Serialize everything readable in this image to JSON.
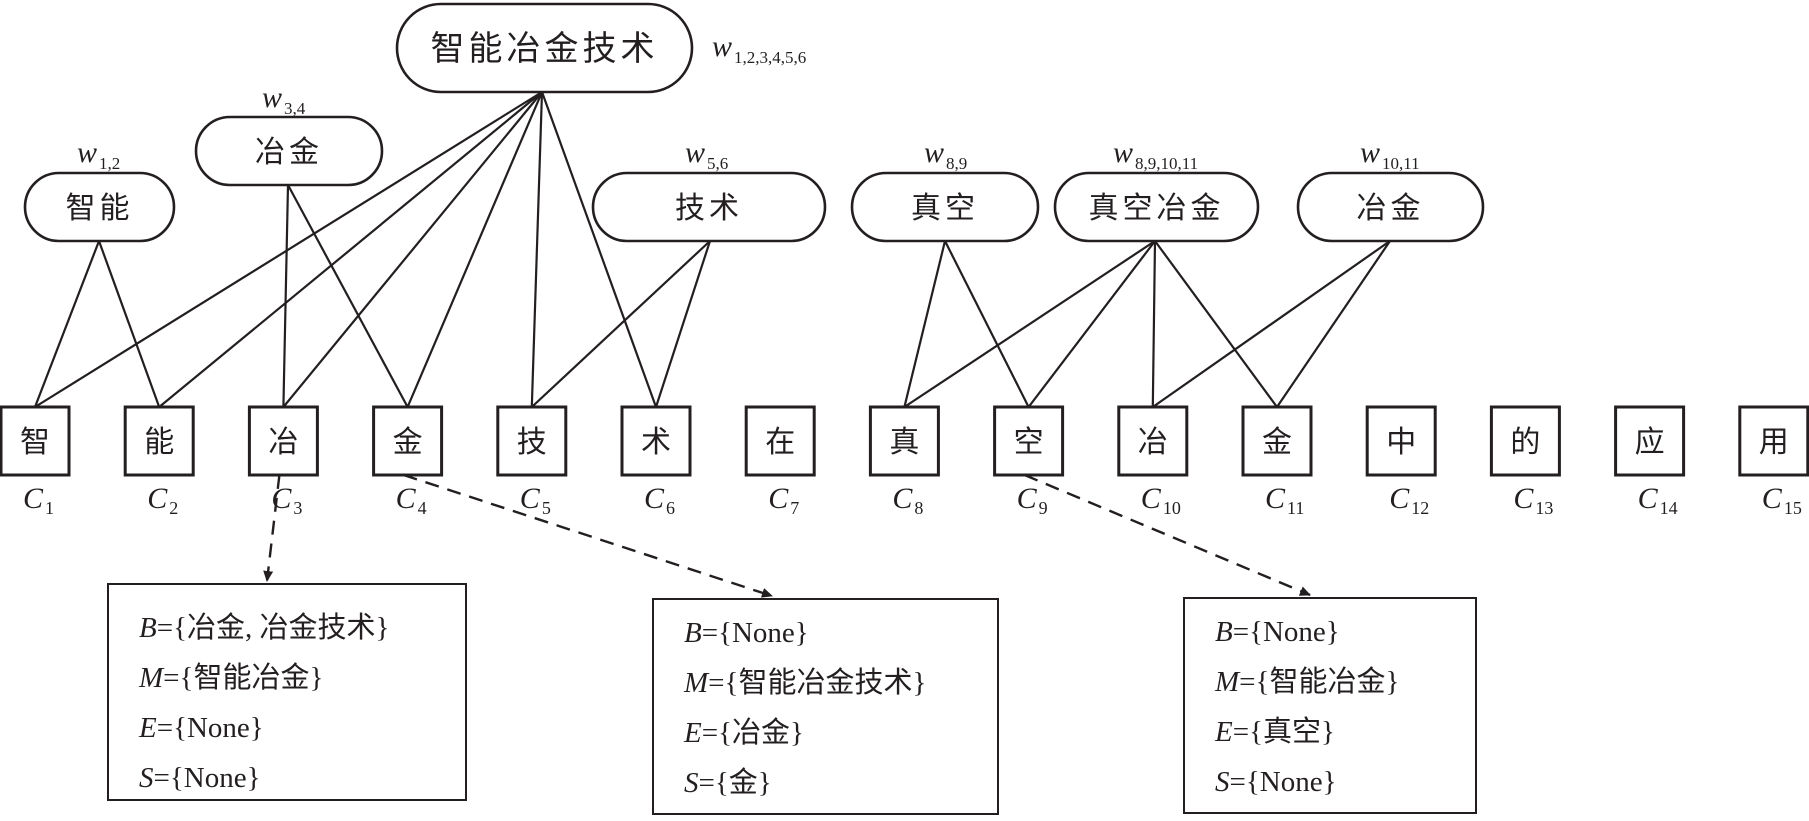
{
  "diagram": {
    "characters": [
      {
        "char": "智",
        "label": "C",
        "index": "1"
      },
      {
        "char": "能",
        "label": "C",
        "index": "2"
      },
      {
        "char": "冶",
        "label": "C",
        "index": "3"
      },
      {
        "char": "金",
        "label": "C",
        "index": "4"
      },
      {
        "char": "技",
        "label": "C",
        "index": "5"
      },
      {
        "char": "术",
        "label": "C",
        "index": "6"
      },
      {
        "char": "在",
        "label": "C",
        "index": "7"
      },
      {
        "char": "真",
        "label": "C",
        "index": "8"
      },
      {
        "char": "空",
        "label": "C",
        "index": "9"
      },
      {
        "char": "冶",
        "label": "C",
        "index": "10"
      },
      {
        "char": "金",
        "label": "C",
        "index": "11"
      },
      {
        "char": "中",
        "label": "C",
        "index": "12"
      },
      {
        "char": "的",
        "label": "C",
        "index": "13"
      },
      {
        "char": "应",
        "label": "C",
        "index": "14"
      },
      {
        "char": "用",
        "label": "C",
        "index": "15"
      }
    ],
    "words": [
      {
        "id": "w1-6",
        "text": "智能冶金技术",
        "weight_symbol": "w",
        "weight_sub": "1,2,3,4,5,6",
        "chars": [
          1,
          2,
          3,
          4,
          5,
          6
        ]
      },
      {
        "id": "w3-4",
        "text": "冶金",
        "weight_symbol": "w",
        "weight_sub": "3,4",
        "chars": [
          3,
          4
        ]
      },
      {
        "id": "w1-2",
        "text": "智能",
        "weight_symbol": "w",
        "weight_sub": "1,2",
        "chars": [
          1,
          2
        ]
      },
      {
        "id": "w5-6",
        "text": "技术",
        "weight_symbol": "w",
        "weight_sub": "5,6",
        "chars": [
          5,
          6
        ]
      },
      {
        "id": "w8-9",
        "text": "真空",
        "weight_symbol": "w",
        "weight_sub": "8,9",
        "chars": [
          8,
          9
        ]
      },
      {
        "id": "w8-11",
        "text": "真空冶金",
        "weight_symbol": "w",
        "weight_sub": "8,9,10,11",
        "chars": [
          8,
          9,
          10,
          11
        ]
      },
      {
        "id": "w10-11",
        "text": "冶金",
        "weight_symbol": "w",
        "weight_sub": "10,11",
        "chars": [
          10,
          11
        ]
      }
    ],
    "set_boxes": [
      {
        "from_char": 3,
        "lines": [
          {
            "var": "B",
            "value": "={冶金, 冶金技术}"
          },
          {
            "var": "M",
            "value": "={智能冶金}"
          },
          {
            "var": "E",
            "value": "={None}"
          },
          {
            "var": "S",
            "value": "={None}"
          }
        ]
      },
      {
        "from_char": 4,
        "lines": [
          {
            "var": "B",
            "value": "={None}"
          },
          {
            "var": "M",
            "value": "={智能冶金技术}"
          },
          {
            "var": "E",
            "value": "={冶金}"
          },
          {
            "var": "S",
            "value": "={金}"
          }
        ]
      },
      {
        "from_char": 9,
        "lines": [
          {
            "var": "B",
            "value": "={None}"
          },
          {
            "var": "M",
            "value": "={智能冶金}"
          },
          {
            "var": "E",
            "value": "={真空}"
          },
          {
            "var": "S",
            "value": "={None}"
          }
        ]
      }
    ]
  }
}
